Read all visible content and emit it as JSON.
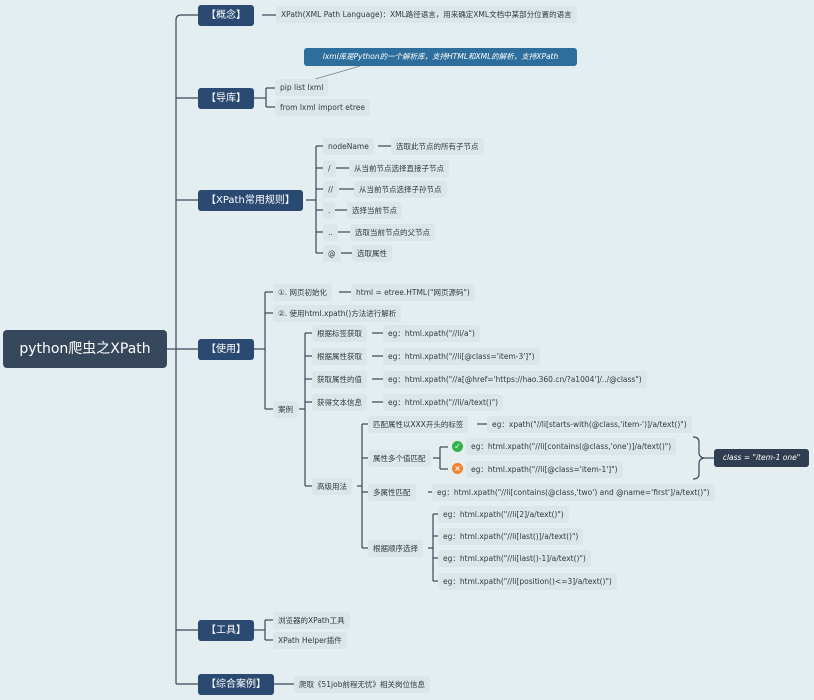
{
  "root": "python爬虫之XPath",
  "sections": {
    "concept": {
      "label": "【概念】",
      "text": "XPath(XML Path Language)：XML路径语言，用来确定XML文档中某部分位置的语言"
    },
    "import": {
      "label": "【导库】",
      "note": "lxml库是Python的一个解析库，支持HTML和XML的解析，支持XPath",
      "items": [
        "pip list lxml",
        "from lxml import etree"
      ]
    },
    "rules": {
      "label": "【XPath常用规则】",
      "items": [
        {
          "expr": "nodeName",
          "desc": "选取此节点的所有子节点"
        },
        {
          "expr": "/",
          "desc": "从当前节点选择直接子节点"
        },
        {
          "expr": "//",
          "desc": "从当前节点选择子孙节点"
        },
        {
          "expr": ".",
          "desc": "选择当前节点"
        },
        {
          "expr": "..",
          "desc": "选取当前节点的父节点"
        },
        {
          "expr": "@",
          "desc": "选取属性"
        }
      ]
    },
    "usage": {
      "label": "【使用】",
      "step1": "①. 网页初始化",
      "step1_code": "html = etree.HTML(\"网页源码\")",
      "step2": "②. 使用html.xpath()方法进行解析",
      "cases_label": "案例",
      "cases": [
        {
          "label": "根据标签获取",
          "code": "eg：html.xpath(\"//li/a\")"
        },
        {
          "label": "根据属性获取",
          "code": "eg：html.xpath(\"//li[@class='item-3']\")"
        },
        {
          "label": "获取属性的值",
          "code": "eg：html.xpath(\"//a[@href='https://hao.360.cn/?a1004']/../@class\")"
        },
        {
          "label": "获得文本信息",
          "code": "eg：html.xpath(\"//li/a/text()\")"
        }
      ],
      "advanced_label": "高级用法",
      "prefix_label": "匹配属性以XXX开头的标签",
      "prefix_code": "eg：xpath(\"//li[starts-with(@class,'item-')]/a/text()\")",
      "multi_value_label": "属性多个值匹配",
      "multi_value_ok": "eg：html.xpath(\"//li[contains(@class,'one')]/a/text()\")",
      "multi_value_bad": "eg：html.xpath(\"//li[@class='item-1']\")",
      "multi_value_note": "class = \"item-1 one\"",
      "multi_attr_label": "多属性匹配",
      "multi_attr_code": "eg：html.xpath(\"//li[contains(@class,'two') and @name='first']/a/text()\")",
      "order_label": "根据顺序选择",
      "order_codes": [
        "eg：html.xpath(\"//li[2]/a/text()\")",
        "eg：html.xpath(\"//li[last()]/a/text()\")",
        "eg：html.xpath(\"//li[last()-1]/a/text()\")",
        "eg：html.xpath(\"//li[position()<=3]/a/text()\")"
      ]
    },
    "tools": {
      "label": "【工具】",
      "items": [
        "浏览器的XPath工具",
        "XPath Helper插件"
      ]
    },
    "case": {
      "label": "【综合案例】",
      "text": "爬取《51job前程无忧》相关岗位信息"
    }
  },
  "colors": {
    "background": "#e4edef",
    "root": "#36475c",
    "section": "#2a4a72",
    "callout": "#2d6e9c",
    "line": "#38495c"
  },
  "icons": {
    "ok": "check-circle-icon",
    "bad": "close-circle-icon"
  }
}
